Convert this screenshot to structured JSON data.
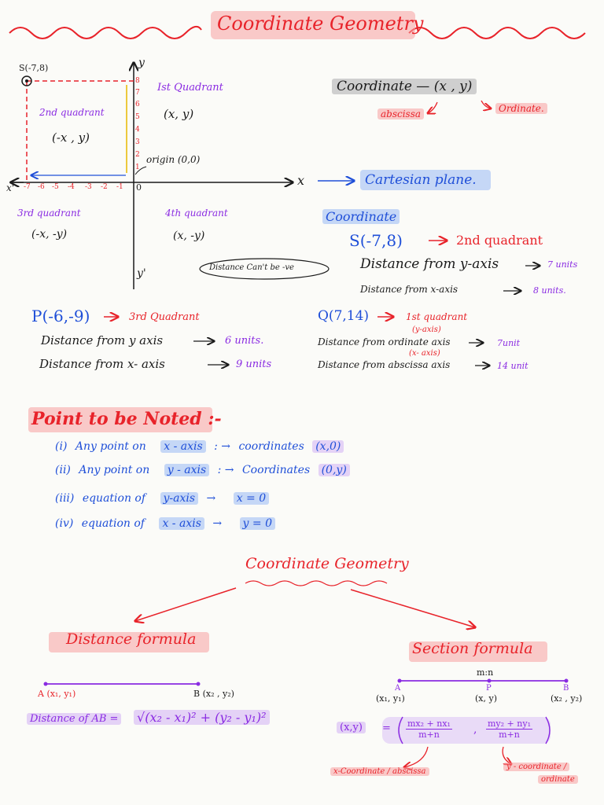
{
  "title": "Coordinate Geometry",
  "graph": {
    "point_s": "S(-7,8)",
    "y_label": "y",
    "y_prime_label": "y'",
    "x_label": "x",
    "x_prime_label": "x'",
    "q1": "Ist Quadrant",
    "q1_coord": "(x, y)",
    "q2": "2nd quadrant",
    "q2_coord": "(-x , y)",
    "q3": "3rd quadrant",
    "q3_coord": "(-x, -y)",
    "q4": "4th quadrant",
    "q4_coord": "(x, -y)",
    "origin": "origin (0,0)",
    "zero": "0",
    "x_ticks": [
      "-7",
      "-6",
      "-5",
      "-4",
      "-3",
      "-2",
      "-1"
    ],
    "y_ticks": [
      "8",
      "7",
      "6",
      "5",
      "4",
      "3",
      "2",
      "1"
    ],
    "distance_note": "Distance Can't be -ve",
    "cartesian_plane": "Cartesian plane."
  },
  "coordinate_box": {
    "label": "Coordinate — (x , y)",
    "abscissa": "abscissa",
    "ordinate": "Ordinate."
  },
  "example_s": {
    "heading": "Coordinate",
    "point": "S(-7,8)",
    "quadrant": "2nd quadrant",
    "dist_y_label": "Distance from y-axis",
    "dist_y_value": "7 units",
    "dist_x_label": "Distance from x-axis",
    "dist_x_value": "8 units."
  },
  "example_p": {
    "point": "P(-6,-9)",
    "quadrant": "3rd Quadrant",
    "dist_y_label": "Distance from y axis",
    "dist_y_value": "6 units.",
    "dist_x_label": "Distance from x- axis",
    "dist_x_value": "9 units"
  },
  "example_q": {
    "point": "Q(7,14)",
    "quadrant": "1st quadrant",
    "y_axis_note": "(y-axis)",
    "dist_ord_label": "Distance from ordinate axis",
    "dist_ord_value": "7unit",
    "x_axis_note": "(x- axis)",
    "dist_abs_label": "Distance from abscissa axis",
    "dist_abs_value": "14 unit"
  },
  "notes": {
    "heading": "Point to be Noted :-",
    "items": [
      {
        "num": "(i)",
        "text1": "Any point on",
        "axis": "x - axis",
        "sep": ": →",
        "rest1": "coordinates",
        "rest2": "(x,0)"
      },
      {
        "num": "(ii)",
        "text1": "Any point on",
        "axis": "y - axis",
        "sep": ": →",
        "rest1": "Coordinates",
        "rest2": "(0,y)"
      },
      {
        "num": "(iii)",
        "text1": "equation of",
        "axis": "y-axis",
        "sep": "→",
        "rest1": "x = 0",
        "rest2": ""
      },
      {
        "num": "(iv)",
        "text1": "equation of",
        "axis": "x - axis",
        "sep": "→",
        "rest1": "y = 0",
        "rest2": ""
      }
    ]
  },
  "tree": {
    "root": "Coordinate Geometry",
    "left": "Distance formula",
    "right": "Section formula"
  },
  "distance": {
    "point_a": "A (x₁, y₁)",
    "point_b": "B (x₂ , y₂)",
    "label": "Distance of AB =",
    "formula": "√(x₂ - x₁)² + (y₂ - y₁)²"
  },
  "section": {
    "ratio": "m:n",
    "a": "A",
    "p": "P",
    "b": "B",
    "a_coord": "(x₁, y₁)",
    "p_coord": "(x, y)",
    "b_coord": "(x₂ , y₂)",
    "lhs": "(x,y)",
    "eq": "=",
    "num1": "mx₂ + nx₁",
    "den1": "m+n",
    "comma": ",",
    "num2": "my₂ + ny₁",
    "den2": "m+n",
    "x_note": "x-Coordinate / abscissa",
    "y_note1": "y - coordinate /",
    "y_note2": "ordinate"
  },
  "colors": {
    "red": "#e8232a",
    "blue": "#1f4fd8",
    "purple": "#8a2be2",
    "highlight_pink": "#f8a0a0"
  }
}
